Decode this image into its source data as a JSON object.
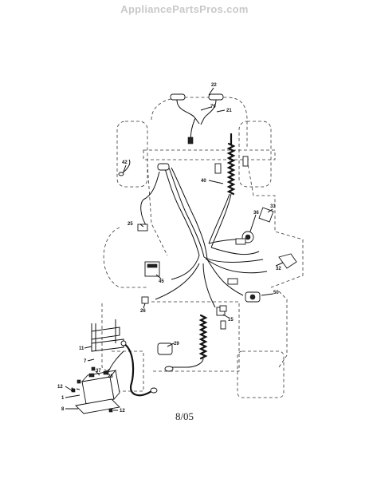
{
  "header": {
    "watermark": "AppliancePartsPros.com"
  },
  "footer": {
    "date_code": "8/05"
  },
  "callouts": [
    {
      "id": "c22",
      "label": "22"
    },
    {
      "id": "c79",
      "label": "79"
    },
    {
      "id": "c21",
      "label": "21"
    },
    {
      "id": "c42",
      "label": "42"
    },
    {
      "id": "c40",
      "label": "40"
    },
    {
      "id": "c36",
      "label": "36"
    },
    {
      "id": "c33",
      "label": "33"
    },
    {
      "id": "c25",
      "label": "25"
    },
    {
      "id": "c32",
      "label": "32"
    },
    {
      "id": "c45",
      "label": "45"
    },
    {
      "id": "c50",
      "label": "50"
    },
    {
      "id": "c26",
      "label": "26"
    },
    {
      "id": "c15",
      "label": "15"
    },
    {
      "id": "c29",
      "label": "29"
    },
    {
      "id": "c11",
      "label": "11"
    },
    {
      "id": "c7",
      "label": "7"
    },
    {
      "id": "c37",
      "label": "37"
    },
    {
      "id": "c28",
      "label": "28"
    },
    {
      "id": "c2",
      "label": "2"
    },
    {
      "id": "c12a",
      "label": "12"
    },
    {
      "id": "c1",
      "label": "1"
    },
    {
      "id": "c8",
      "label": "8"
    },
    {
      "id": "c12b",
      "label": "12"
    }
  ]
}
